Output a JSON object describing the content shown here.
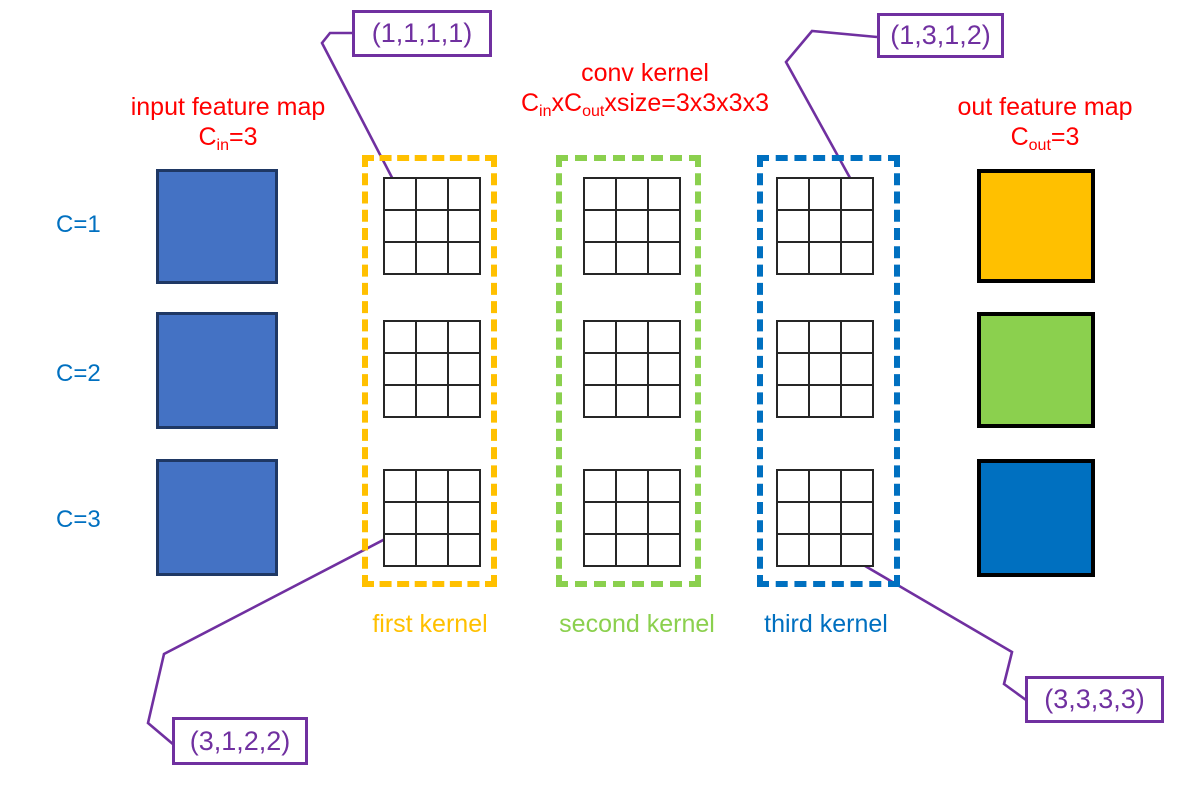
{
  "diagram": {
    "title_input": "input feature map",
    "title_input_sub_pre": "C",
    "title_input_sub": "in",
    "title_input_sub_post": "=3",
    "title_kernel": "conv kernel",
    "title_kernel_formula_1": "C",
    "title_kernel_formula_1_sub": "in",
    "title_kernel_formula_2": "xC",
    "title_kernel_formula_2_sub": "out",
    "title_kernel_formula_3": "xsize=3x3x3x3",
    "title_output": "out feature map",
    "title_output_sub_pre": "C",
    "title_output_sub": "out",
    "title_output_sub_post": "=3"
  },
  "channels": [
    {
      "label": "C=1"
    },
    {
      "label": "C=2"
    },
    {
      "label": "C=3"
    }
  ],
  "input_feature_maps": [
    {
      "color": "#4472C4",
      "border": "#1F3864"
    },
    {
      "color": "#4472C4",
      "border": "#1F3864"
    },
    {
      "color": "#4472C4",
      "border": "#1F3864"
    }
  ],
  "output_feature_maps": [
    {
      "color": "#FFC000",
      "border": "#000000"
    },
    {
      "color": "#8BD04E",
      "border": "#000000"
    },
    {
      "color": "#0070C0",
      "border": "#000000"
    }
  ],
  "kernels": [
    {
      "caption": "first kernel",
      "color": "#FFC000",
      "grid_rows": 3,
      "grid_cols": 3
    },
    {
      "caption": "second kernel",
      "color": "#8BD04E",
      "grid_rows": 3,
      "grid_cols": 3
    },
    {
      "caption": "third kernel",
      "color": "#0070C0",
      "grid_rows": 3,
      "grid_cols": 3
    }
  ],
  "callouts": [
    {
      "id": "top-left",
      "text": "(1,1,1,1)"
    },
    {
      "id": "top-right",
      "text": "(1,3,1,2)"
    },
    {
      "id": "bottom-left",
      "text": "(3,1,2,2)"
    },
    {
      "id": "bottom-right",
      "text": "(3,3,3,3)"
    }
  ],
  "colors": {
    "red": "#FF0000",
    "purple": "#7030A0",
    "blue_text": "#0070C0",
    "orange": "#FFC000",
    "green": "#8BD04E",
    "input_blue": "#4472C4"
  }
}
